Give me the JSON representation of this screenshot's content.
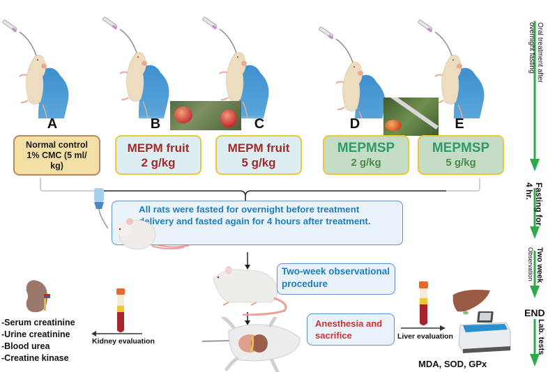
{
  "groups": [
    {
      "letter": "A",
      "line1": "Normal control",
      "line2": "1% CMC (5 ml/",
      "line3": "kg)"
    },
    {
      "letter": "B",
      "line1": "MEPM fruit",
      "line2": "2 g/kg"
    },
    {
      "letter": "C",
      "line1": "MEPM fruit",
      "line2": "5 g/kg"
    },
    {
      "letter": "D",
      "line1": "MEPMSP",
      "line2": "2 g/kg"
    },
    {
      "letter": "E",
      "line1": "MEPMSP",
      "line2": "5 g/kg"
    }
  ],
  "fasting_note": {
    "line1": "All rats were fasted for overnight before treatment",
    "line2": "delivery and fasted again for 4 hours after treatment."
  },
  "observation": {
    "line1": "Two-week observational",
    "line2": "procedure"
  },
  "sacrifice": {
    "line1": "Anesthesia and",
    "line2": "sacrifice"
  },
  "kidney": {
    "label": "Kidney evaluation",
    "tests": [
      "-Serum creatinine",
      "-Urine creatinine",
      "-Blood urea",
      "-Creatine kinase"
    ]
  },
  "liver": {
    "label": "Liver evaluation",
    "tests": "MDA, SOD, GPx"
  },
  "timeline": {
    "step1_a": "Oral treatment after",
    "step1_b": "overnight fasting",
    "step2_a": "Fasting for",
    "step2_b": "4 hr.",
    "step3_a": "Two week",
    "step3_b": "Observation",
    "end": "END",
    "step4": "Lab. tests"
  },
  "colors": {
    "timeline_arrow": "#2eaa4a",
    "fruit_text": "#a32a2a",
    "seed_text": "#2e9a6a",
    "note_text": "#1f7dbf",
    "sacrifice_text": "#cc3333"
  }
}
